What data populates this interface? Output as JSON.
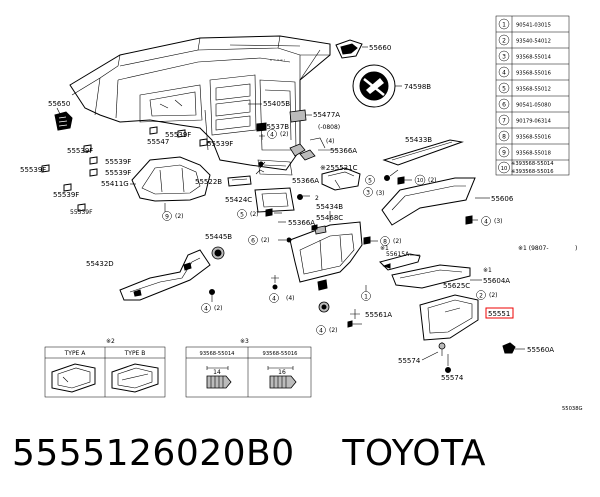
{
  "legend_table": [
    {
      "num": "1",
      "part": "90541-03015"
    },
    {
      "num": "2",
      "part": "93540-54012"
    },
    {
      "num": "3",
      "part": "93568-55014"
    },
    {
      "num": "4",
      "part": "93568-55016"
    },
    {
      "num": "5",
      "part": "93568-55012"
    },
    {
      "num": "6",
      "part": "90541-05080"
    },
    {
      "num": "7",
      "part": "90179-06314"
    },
    {
      "num": "8",
      "part": "93568-55016"
    },
    {
      "num": "9",
      "part": "93568-55018"
    },
    {
      "num": "10",
      "part": "※393568-55014",
      "part2": "※393568-55016"
    }
  ],
  "callouts": {
    "c55660": "55660",
    "c74598b": "74598B",
    "c55650": "55650",
    "c55405b": "55405B",
    "c55477a": "55477A",
    "c55537b": "55537B",
    "c0808": "(-0808)",
    "c55539f_a": "55539F",
    "c55547": "55547",
    "c55539f_b": "55539F",
    "c55539f_c": "55539F",
    "c55539f_d": "55539F",
    "c55539f_e": "55539F",
    "c55539f_f": "55539F",
    "c55539f_g": "55539F",
    "c55411g": "55411G",
    "c55366a_1": "55366A",
    "c55521c": "※255521C",
    "c55522b": "55522B",
    "c55366a_2": "55366A",
    "c55424c": "55424C",
    "c55366a_3": "55366A",
    "c55433b": "55433B",
    "c55606": "55606",
    "c55434b": "55434B",
    "c55468c": "55468C",
    "c55445b": "55445B",
    "c55432d": "55432D",
    "c55615a": "55615A",
    "c55625c": "55625C",
    "c55604a": "55604A",
    "c55551": "55551",
    "c55561a": "55561A",
    "c55574_a": "55574",
    "c55574_b": "55574",
    "c55560a": "55560A",
    "note_star1": "※1 (9807-",
    "note_star1_close": ")",
    "type_note": "※2",
    "type_a": "TYPE A",
    "type_b": "TYPE B",
    "screw_note": "※3",
    "screw_a": "93568-55014",
    "screw_b": "93568-55016",
    "len_a": "14",
    "len_b": "16",
    "fig_code": "55038G"
  },
  "qty": {
    "q2a": "(2)",
    "q4a": "(4)",
    "q2b": "(2)",
    "q3a": "(3)",
    "q2c": "(2)",
    "q2d": "(2)",
    "q2e": "(2)",
    "q4b": "(4)",
    "q2f": "(2)",
    "q2g": "(2)",
    "q4c": "(4)",
    "q2h": "(2)",
    "q2i": "(2)",
    "q3b": "(3)",
    "q2j": "(2)",
    "q2k": "(2)"
  },
  "caption": "5555126020B0    TOYOTA"
}
